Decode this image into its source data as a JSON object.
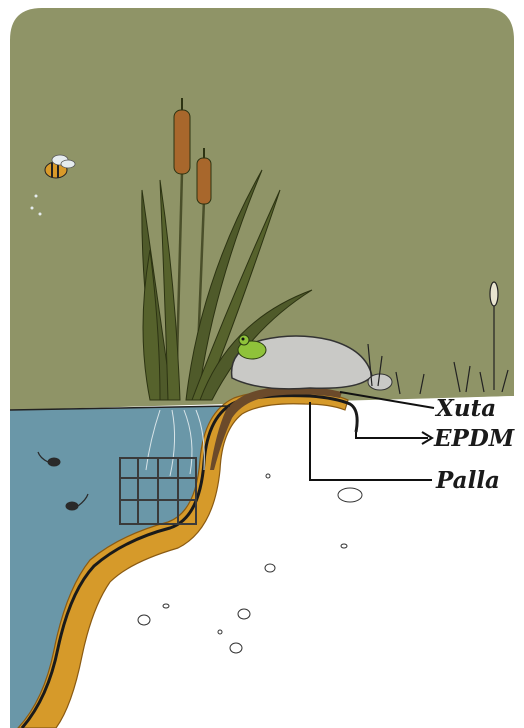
{
  "labels": {
    "xuta": "Xuta",
    "epdm": "EPDM",
    "palla": "Palla"
  },
  "colors": {
    "sky": "#8f9467",
    "water": "#6a97a8",
    "soil": "#ffffff",
    "straw": "#d69a2a",
    "liner": "#6b4a2a",
    "stone": "#c9c9c6",
    "plant": "#4f5a2a",
    "cattail": "#a8672c",
    "frog": "#8fc23a",
    "bee": "#d99a2a"
  },
  "icons": [
    "bee-icon",
    "frog-icon",
    "cattail-plant",
    "stone",
    "planting-basket",
    "tadpole-icon",
    "grass-tuft"
  ]
}
